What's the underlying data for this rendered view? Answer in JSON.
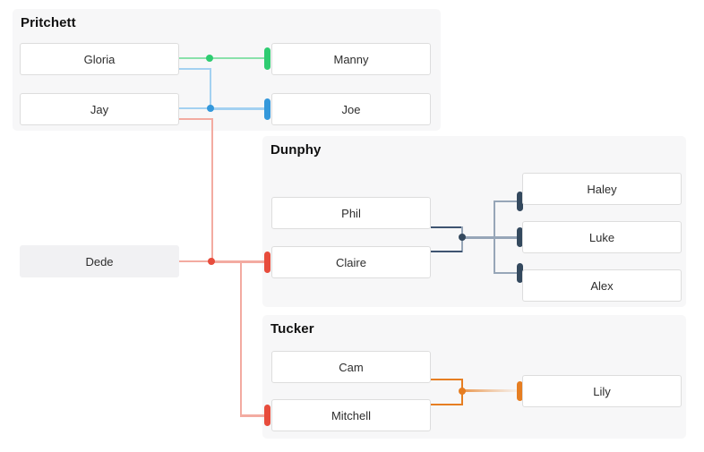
{
  "palette": {
    "canvas_bg": "#ffffff",
    "group_bg": "#f7f7f8",
    "box_bg": "#ffffff",
    "box_border": "#dddddd",
    "box_text": "#2d2d2d",
    "title_text": "#111111",
    "highlight_box_bg": "#f1f1f3",
    "green": "#2ecc71",
    "green_line": "#8ae1ab",
    "blue": "#3498db",
    "blue_line": "#a3d1f1",
    "red": "#e74c3c",
    "red_line": "#f3aba1",
    "navy": "#34495e",
    "navy_stem": "#3e5471",
    "navy_line": "#97a6b8",
    "orange": "#e67e22"
  },
  "groups": {
    "pritchett": {
      "title": "Pritchett"
    },
    "dunphy": {
      "title": "Dunphy"
    },
    "tucker": {
      "title": "Tucker"
    }
  },
  "people": {
    "gloria": {
      "label": "Gloria"
    },
    "jay": {
      "label": "Jay"
    },
    "manny": {
      "label": "Manny"
    },
    "joe": {
      "label": "Joe"
    },
    "dede": {
      "label": "Dede"
    },
    "phil": {
      "label": "Phil"
    },
    "claire": {
      "label": "Claire"
    },
    "haley": {
      "label": "Haley"
    },
    "luke": {
      "label": "Luke"
    },
    "alex": {
      "label": "Alex"
    },
    "cam": {
      "label": "Cam"
    },
    "mitchell": {
      "label": "Mitchell"
    },
    "lily": {
      "label": "Lily"
    }
  },
  "relationships": [
    {
      "parents": [
        "Gloria"
      ],
      "children": [
        "Manny"
      ],
      "color": "#2ecc71"
    },
    {
      "parents": [
        "Gloria",
        "Jay"
      ],
      "children": [
        "Joe"
      ],
      "color": "#3498db"
    },
    {
      "parents": [
        "Jay",
        "Dede"
      ],
      "children": [
        "Claire",
        "Mitchell"
      ],
      "color": "#e74c3c"
    },
    {
      "parents": [
        "Phil",
        "Claire"
      ],
      "children": [
        "Haley",
        "Luke",
        "Alex"
      ],
      "color": "#34495e"
    },
    {
      "parents": [
        "Cam",
        "Mitchell"
      ],
      "children": [
        "Lily"
      ],
      "color": "#e67e22"
    }
  ]
}
